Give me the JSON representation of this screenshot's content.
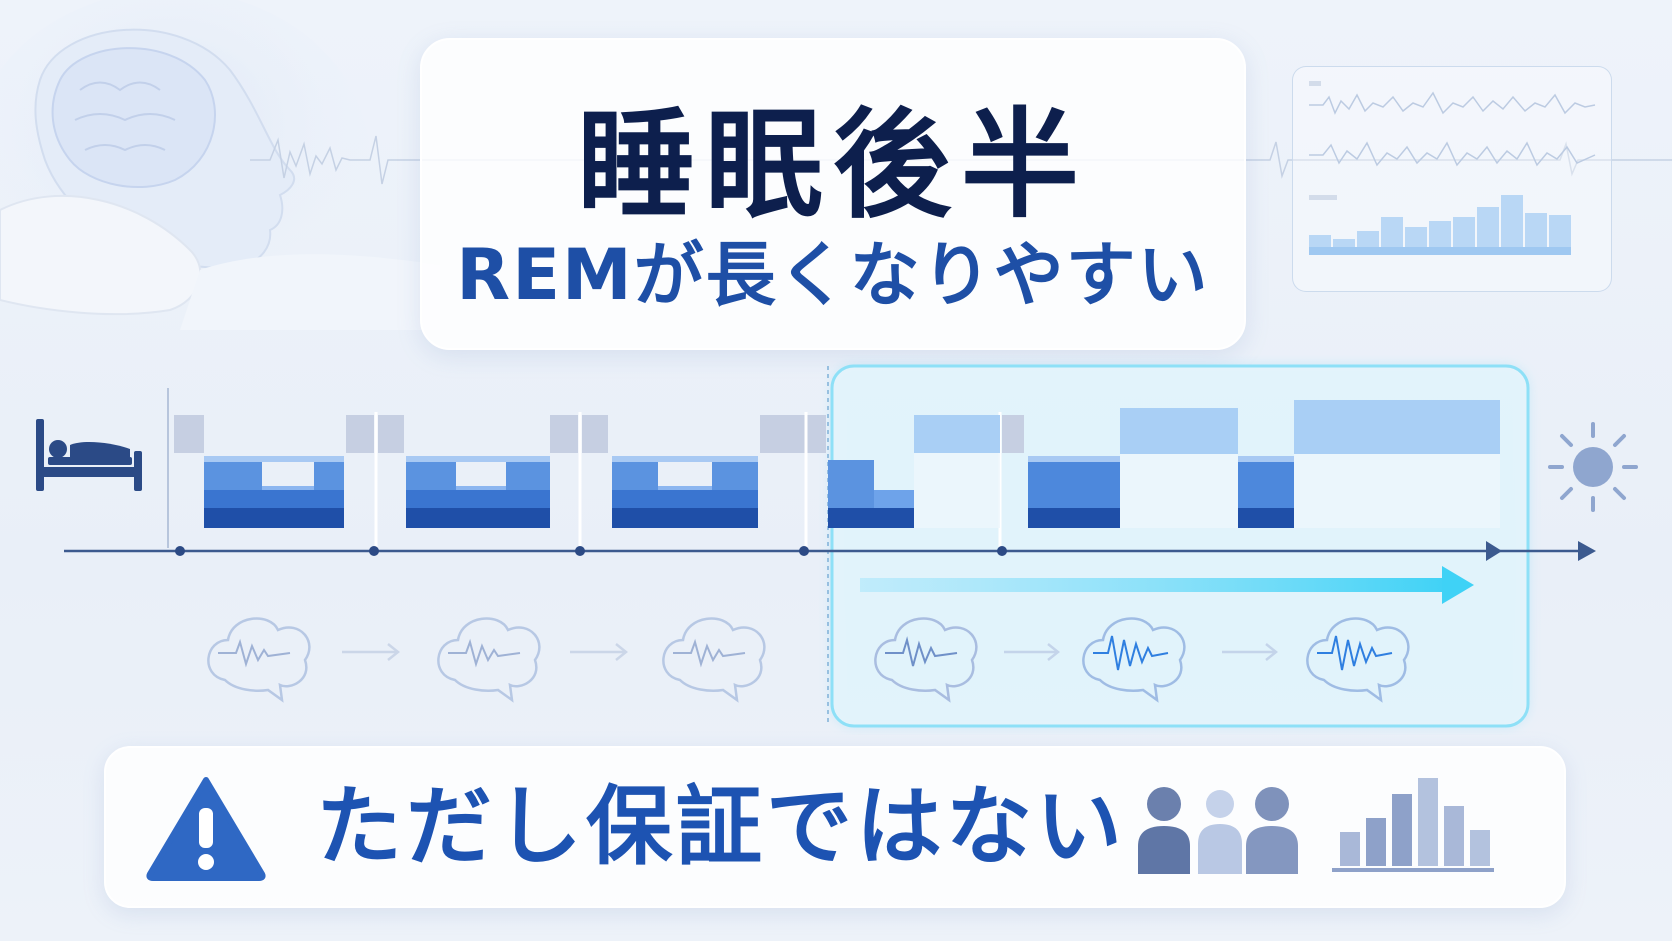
{
  "title": {
    "main": "睡眠後半",
    "sub": "REMが長くなりやすい"
  },
  "caveat": {
    "text": "ただし保証ではない"
  },
  "icons": {
    "bed": "bed-icon",
    "sun": "sun-icon",
    "warning": "warning-icon",
    "people": "people-icon",
    "bars": "bar-chart-icon",
    "brainwave": "brain-wave-icon"
  },
  "colors": {
    "title": "#0d1f4d",
    "subtitle": "#1e4fa6",
    "caveat": "#1d53b2",
    "rem": "#a9cff5",
    "deep": "#1f4fa8",
    "highlight": "#42d3f5"
  }
}
